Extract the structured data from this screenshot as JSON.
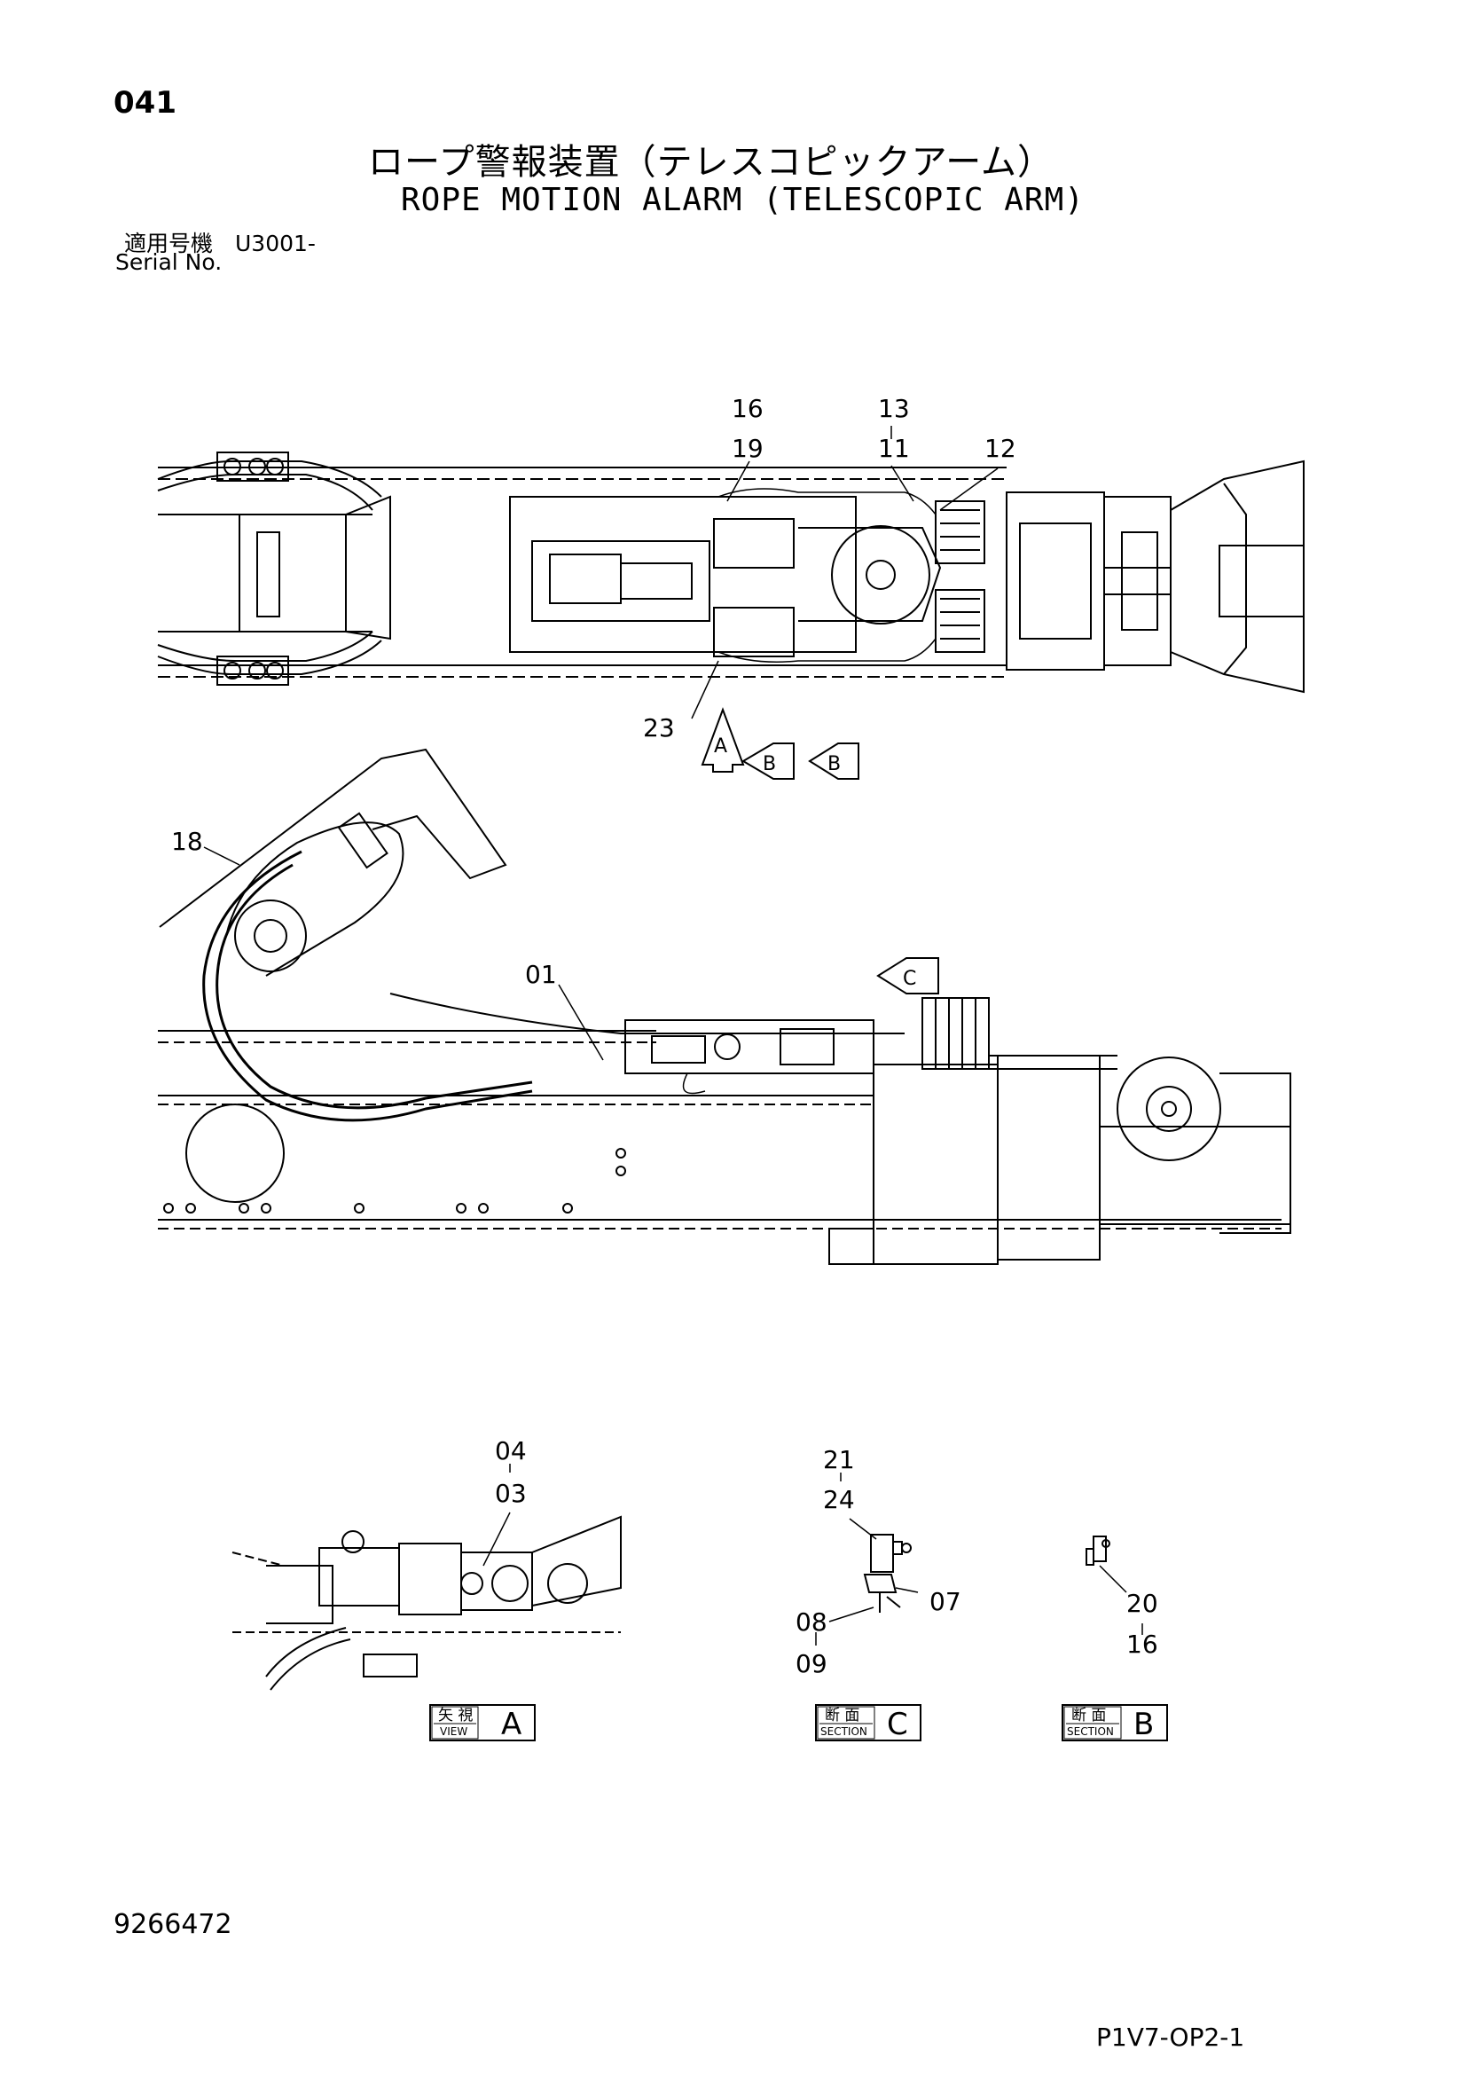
{
  "header": {
    "page_number": "041",
    "title_jp": "ロープ警報装置（テレスコピックアーム）",
    "title_en": "ROPE MOTION ALARM (TELESCOPIC ARM)",
    "serial_jp": "適用号機　U3001-",
    "serial_en": "Serial No."
  },
  "callouts": {
    "top": [
      "16",
      "19",
      "13",
      "11",
      "12",
      "23"
    ],
    "side": [
      "18",
      "01"
    ],
    "view_a": [
      "04",
      "03"
    ],
    "section_c": [
      "21",
      "24",
      "07",
      "08",
      "09"
    ],
    "section_b": [
      "20",
      "16"
    ]
  },
  "view_arrows": {
    "a": "A",
    "b1": "B",
    "b2": "B",
    "c": "C"
  },
  "labels": {
    "view_a": {
      "jp": "矢 視",
      "en": "VIEW",
      "letter": "A"
    },
    "section_c": {
      "jp": "断 面",
      "en": "SECTION",
      "letter": "C"
    },
    "section_b": {
      "jp": "断 面",
      "en": "SECTION",
      "letter": "B"
    }
  },
  "footer": {
    "doc_number": "9266472",
    "figure_id": "P1V7-OP2-1"
  }
}
